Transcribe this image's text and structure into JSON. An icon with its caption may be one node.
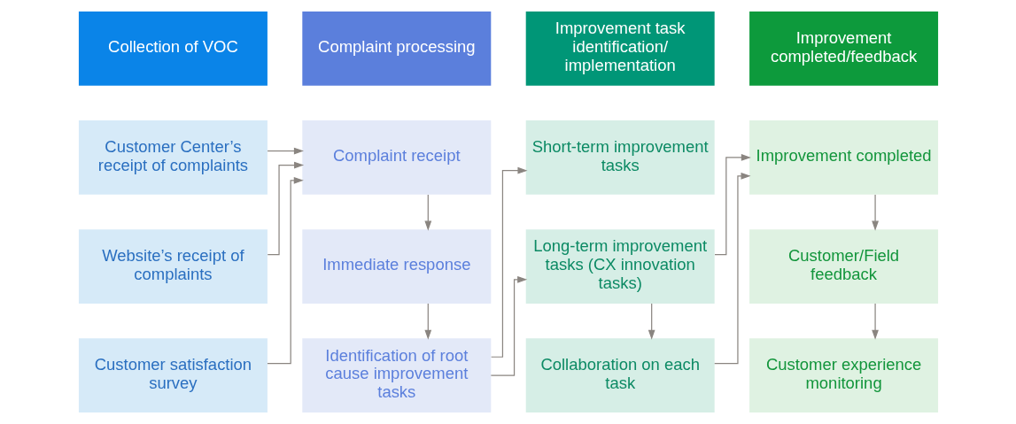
{
  "diagram": {
    "nodes": [
      {
        "text": [
          "Collection of VOC"
        ]
      },
      {
        "text": [
          "Customer Center’s receipt of complaints"
        ]
      },
      {
        "text": [
          "Website’s receipt of complaints"
        ]
      },
      {
        "text": [
          "Customer satisfaction survey"
        ]
      },
      {
        "text": [
          "Complaint processing"
        ]
      },
      {
        "text": [
          "Complaint receipt"
        ]
      },
      {
        "text": [
          "Immediate response"
        ]
      },
      {
        "text": [
          "Identification of root cause improvement tasks"
        ]
      },
      {
        "text": [
          "Improvement task identification/ implementation"
        ]
      },
      {
        "text": [
          "Short-term improvement tasks"
        ]
      },
      {
        "text": [
          "Long-term improvement tasks (CX innovation tasks)"
        ]
      },
      {
        "text": [
          "Collaboration on each task"
        ]
      },
      {
        "text": [
          "Improvement completed/feedback"
        ]
      },
      {
        "text": [
          "Improvement completed"
        ]
      },
      {
        "text": [
          "Customer/Field feedback"
        ]
      },
      {
        "text": [
          "Customer experience monitoring"
        ]
      }
    ],
    "edges": [
      {
        "from": 1,
        "to": 5,
        "arrow": "to"
      },
      {
        "from": 2,
        "to": 5,
        "arrow": "to"
      },
      {
        "from": 3,
        "to": 5,
        "arrow": "to"
      },
      {
        "from": 5,
        "to": 6,
        "arrow": "to"
      },
      {
        "from": 6,
        "to": 7,
        "arrow": "to"
      },
      {
        "from": 7,
        "to": 9,
        "arrow": "to"
      },
      {
        "from": 7,
        "to": 10,
        "arrow": "to"
      },
      {
        "from": 10,
        "to": 11,
        "arrow": "to"
      },
      {
        "from": 10,
        "to": 13,
        "arrow": "to"
      },
      {
        "from": 11,
        "to": 13,
        "arrow": "to"
      },
      {
        "from": 13,
        "to": 14,
        "arrow": "to"
      },
      {
        "from": 14,
        "to": 15,
        "arrow": "to"
      }
    ]
  }
}
